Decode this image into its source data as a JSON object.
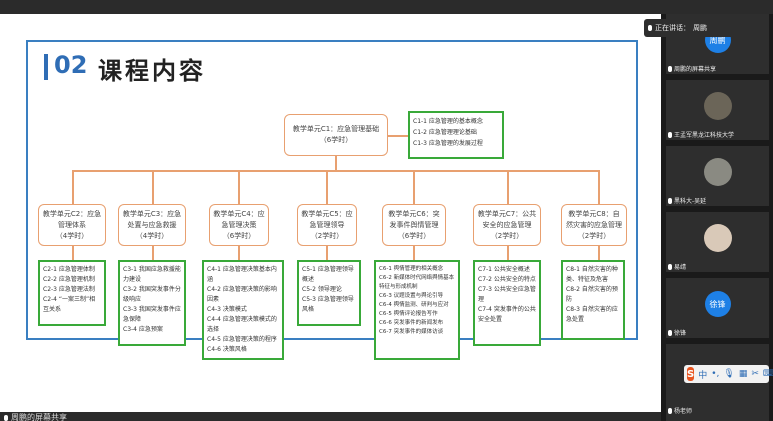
{
  "meeting": {
    "speaking_label": "正在讲话：",
    "speaking_name": "周鹏",
    "share_label": "周鹏的屏幕共享"
  },
  "slide": {
    "number": "02",
    "title": "课程内容",
    "root": {
      "label": "教学单元C1：应急管理基础",
      "hours": "（6学时）",
      "items": [
        "C1-1 应急管理的基本概念",
        "C1-2 应急管理理论基础",
        "C1-3 应急管理的发展过程"
      ]
    },
    "units": [
      {
        "label": "教学单元C2：应急管理体系",
        "hours": "（4学时）",
        "items": [
          "C2-1 应急管理体制",
          "C2-2 应急管理机制",
          "C2-3 应急管理法制",
          "C2-4 “一案三制”相互关系"
        ]
      },
      {
        "label": "教学单元C3：应急处置与应急救援",
        "hours": "（4学时）",
        "items": [
          "C3-1 我国应急救援能力建设",
          "C3-2 我国突发事件分级响应",
          "C3-3 我国突发事件应急保障",
          "C3-4 应急预案"
        ]
      },
      {
        "label": "教学单元C4：应急管理决策",
        "hours": "（6学时）",
        "items": [
          "C4-1 应急管理决策基本内涵",
          "C4-2 应急管理决策的影响因素",
          "C4-3 决策模式",
          "C4-4 应急管理决策模式的选择",
          "C4-5 应急管理决策的程序",
          "C4-6 决策风格"
        ]
      },
      {
        "label": "教学单元C5：应急管理领导",
        "hours": "（2学时）",
        "items": [
          "C5-1 应急管理领导概述",
          "C5-2 领导理论",
          "C5-3 应急管理领导风格"
        ]
      },
      {
        "label": "教学单元C6：突发事件舆情管理",
        "hours": "（6学时）",
        "items": [
          "C6-1 舆情管理的相关概念",
          "C6-2 新媒体时代网络舆情基本特征与形成机制",
          "C6-3 议题设置与舆论引导",
          "C6-4 舆情监测、研判与应对",
          "C6-5 舆情评论报告写作",
          "C6-6 突发事件的新闻发布",
          "C6-7 突发事件的媒体访谈"
        ]
      },
      {
        "label": "教学单元C7：公共安全的应急管理",
        "hours": "（2学时）",
        "items": [
          "C7-1 公共安全概述",
          "C7-2 公共安全的特点",
          "C7-3 公共安全应急管理",
          "C7-4 突发事件的公共安全处置"
        ]
      },
      {
        "label": "教学单元C8：自然灾害的应急管理",
        "hours": "（2学时）",
        "items": [
          "C8-1 自然灾害的种类、特征及危害",
          "C8-2 自然灾害的预防",
          "C8-3 自然灾害的应急处置"
        ]
      }
    ]
  },
  "participants": [
    {
      "name": "周鹏的屏幕共享",
      "avatar_text": "周鹏"
    },
    {
      "name": "王孟军黑龙江科技大学",
      "avatar_text": ""
    },
    {
      "name": "黑科大-吴延",
      "avatar_text": ""
    },
    {
      "name": "易靖",
      "avatar_text": ""
    },
    {
      "name": "徐锋",
      "avatar_text": "徐锋"
    },
    {
      "name": "杨老师",
      "avatar_text": ""
    }
  ],
  "ime": {
    "logo": "S",
    "items": [
      "中",
      "•,",
      "🎙",
      "▦",
      "✂",
      "⌨"
    ]
  },
  "colors": {
    "accent": "#2f6db5",
    "unit_border": "#e8a070",
    "item_border": "#39a939"
  }
}
